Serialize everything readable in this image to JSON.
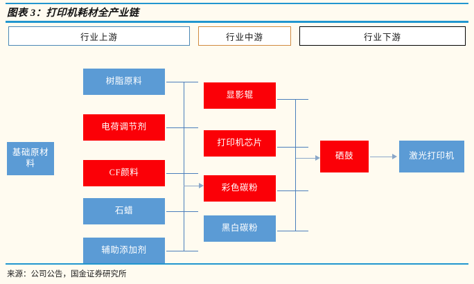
{
  "figure": {
    "title": "图表 3：打印机耗材全产业链",
    "source": "来源：公司公告，国金证券研究所"
  },
  "headers": [
    {
      "label": "行业上游",
      "border_color": "#4a87b5"
    },
    {
      "label": "行业中游",
      "border_color": "#d08a3e"
    },
    {
      "label": "行业下游",
      "border_color": "#000000"
    }
  ],
  "colors": {
    "blue": "#5b9bd5",
    "red": "#fb0007",
    "rule": "#2196cf",
    "connector": "#4a7ebb",
    "arrow": "#8aa7c9",
    "background": "#fffbf0"
  },
  "nodes": {
    "base_material": {
      "label": "基础原材料",
      "color": "blue"
    },
    "upstream": [
      {
        "label": "树脂原料",
        "color": "blue"
      },
      {
        "label": "电荷调节剂",
        "color": "red"
      },
      {
        "label": "CF颜料",
        "color": "red"
      },
      {
        "label": "石蜡",
        "color": "blue"
      },
      {
        "label": "辅助添加剂",
        "color": "blue"
      }
    ],
    "midstream": [
      {
        "label": "显影辊",
        "color": "red"
      },
      {
        "label": "打印机芯片",
        "color": "red"
      },
      {
        "label": "彩色碳粉",
        "color": "red"
      },
      {
        "label": "黑白碳粉",
        "color": "blue"
      }
    ],
    "downstream": [
      {
        "label": "硒鼓",
        "color": "red"
      },
      {
        "label": "激光打印机",
        "color": "blue"
      }
    ]
  }
}
